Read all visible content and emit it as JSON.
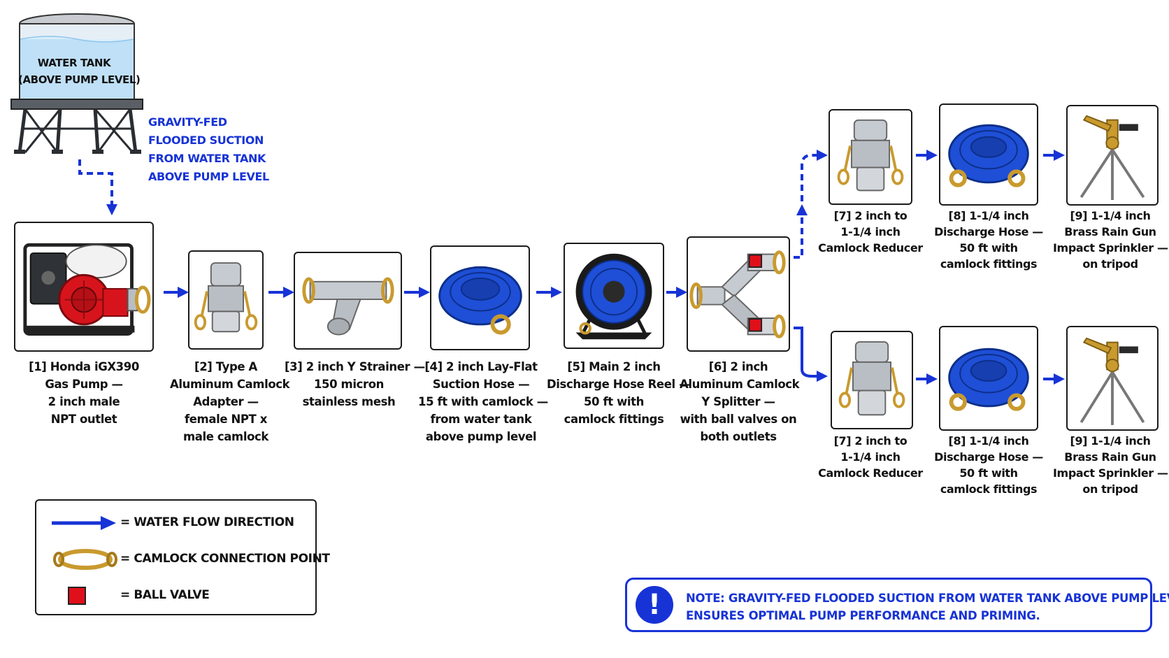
{
  "tank": {
    "line1": "WATER TANK",
    "line2": "(ABOVE PUMP LEVEL)"
  },
  "gravity_note": [
    "GRAVITY-FED",
    "FLOODED SUCTION",
    "FROM WATER TANK",
    "ABOVE PUMP LEVEL"
  ],
  "components": [
    {
      "id": "1",
      "lines": [
        "[1] Honda iGX390",
        "Gas Pump —",
        "2 inch male",
        "NPT outlet"
      ],
      "icon": "gas-pump-icon"
    },
    {
      "id": "2",
      "lines": [
        "[2] Type A",
        "Aluminum Camlock",
        "Adapter —",
        "female NPT x",
        "male camlock"
      ],
      "icon": "camlock-adapter-icon"
    },
    {
      "id": "3",
      "lines": [
        "[3] 2 inch Y Strainer —",
        "150 micron",
        "stainless mesh"
      ],
      "icon": "y-strainer-icon"
    },
    {
      "id": "4",
      "lines": [
        "[4] 2 inch Lay-Flat",
        "Suction Hose —",
        "15 ft with camlock —",
        "from water tank",
        "above pump level"
      ],
      "icon": "lay-flat-hose-icon"
    },
    {
      "id": "5",
      "lines": [
        "[5] Main 2 inch",
        "Discharge Hose Reel —",
        "50 ft with",
        "camlock fittings"
      ],
      "icon": "hose-reel-icon"
    },
    {
      "id": "6",
      "lines": [
        "[6] 2 inch",
        "Aluminum Camlock",
        "Y Splitter —",
        "with ball valves on",
        "both outlets"
      ],
      "icon": "y-splitter-icon"
    }
  ],
  "branches": [
    {
      "name": "top",
      "items": [
        {
          "id": "7",
          "lines": [
            "[7] 2 inch to",
            "1-1/4 inch",
            "Camlock Reducer"
          ],
          "icon": "camlock-reducer-icon"
        },
        {
          "id": "8",
          "lines": [
            "[8] 1-1/4 inch",
            "Discharge Hose —",
            "50 ft with",
            "camlock fittings"
          ],
          "icon": "discharge-hose-icon"
        },
        {
          "id": "9",
          "lines": [
            "[9] 1-1/4 inch",
            "Brass Rain Gun",
            "Impact Sprinkler —",
            "on tripod"
          ],
          "icon": "sprinkler-icon"
        }
      ]
    },
    {
      "name": "bottom",
      "items": [
        {
          "id": "7",
          "lines": [
            "[7] 2 inch to",
            "1-1/4 inch",
            "Camlock Reducer"
          ],
          "icon": "camlock-reducer-icon"
        },
        {
          "id": "8",
          "lines": [
            "[8] 1-1/4 inch",
            "Discharge Hose —",
            "50 ft with",
            "camlock fittings"
          ],
          "icon": "discharge-hose-icon"
        },
        {
          "id": "9",
          "lines": [
            "[9] 1-1/4 inch",
            "Brass Rain Gun",
            "Impact Sprinkler —",
            "on tripod"
          ],
          "icon": "sprinkler-icon"
        }
      ]
    }
  ],
  "legend": [
    {
      "symbol": "blue-arrow-icon",
      "text": "=  WATER FLOW DIRECTION"
    },
    {
      "symbol": "camlock-ring-icon",
      "text": "=  CAMLOCK CONNECTION POINT"
    },
    {
      "symbol": "red-square-icon",
      "text": "=  BALL VALVE"
    }
  ],
  "note": {
    "icon": "exclamation-icon",
    "lines": [
      "NOTE: GRAVITY-FED FLOODED SUCTION FROM WATER TANK ABOVE PUMP LEVEL",
      "ENSURES OPTIMAL PUMP PERFORMANCE AND PRIMING."
    ]
  },
  "colors": {
    "flow": "#1733d6",
    "hose": "#1e4fd6",
    "brass": "#c99a2e",
    "aluminum": "#b9bec4",
    "valve": "#e0101a",
    "pump_red": "#d7141c"
  }
}
